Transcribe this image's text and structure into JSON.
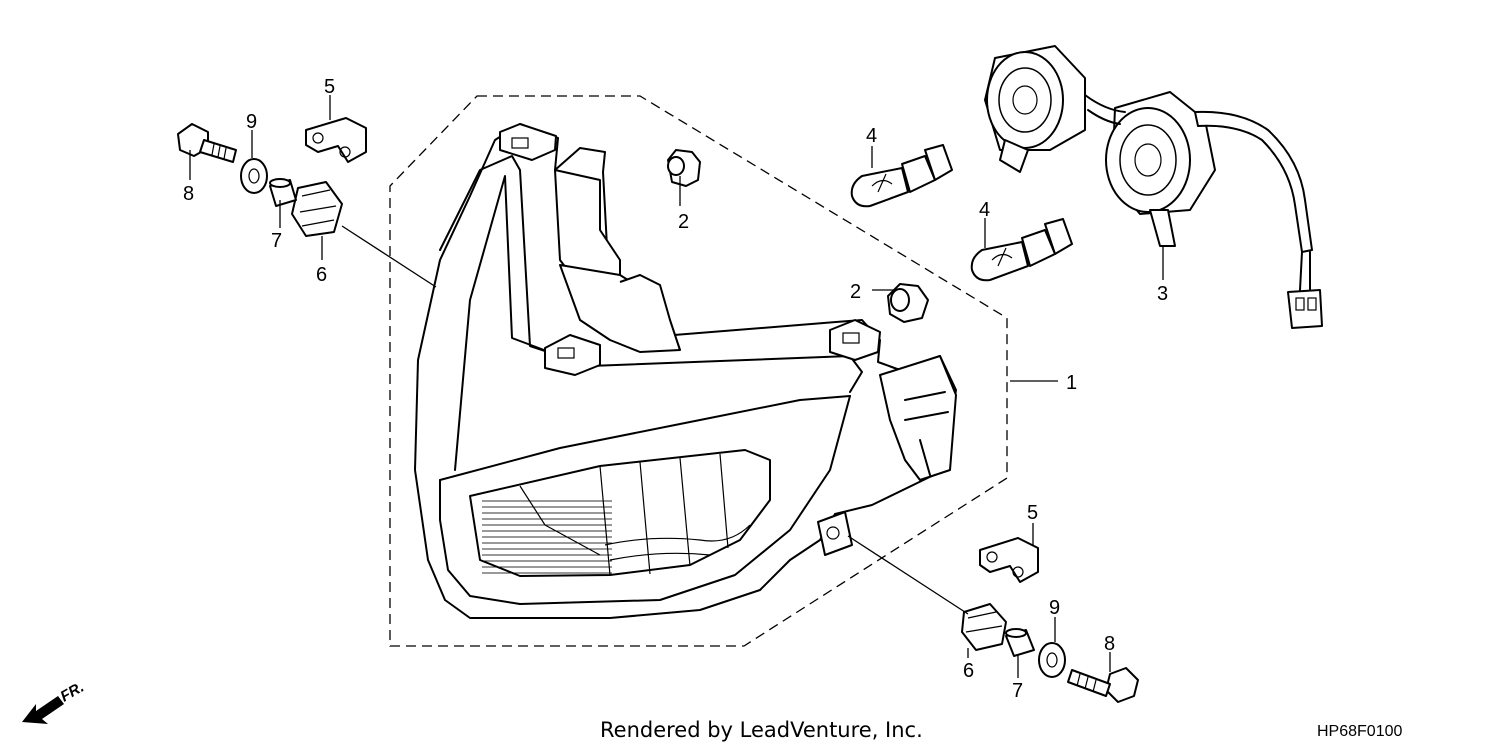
{
  "diagram": {
    "callouts": {
      "c1": "1",
      "c2a": "2",
      "c2b": "2",
      "c3": "3",
      "c4a": "4",
      "c4b": "4",
      "c5a": "5",
      "c5b": "5",
      "c6a": "6",
      "c6b": "6",
      "c7a": "7",
      "c7b": "7",
      "c8a": "8",
      "c8b": "8",
      "c9a": "9",
      "c9b": "9"
    },
    "direction_label": "FR.",
    "footer_text": "Rendered by LeadVenture, Inc.",
    "diagram_code": "HP68F0100"
  }
}
